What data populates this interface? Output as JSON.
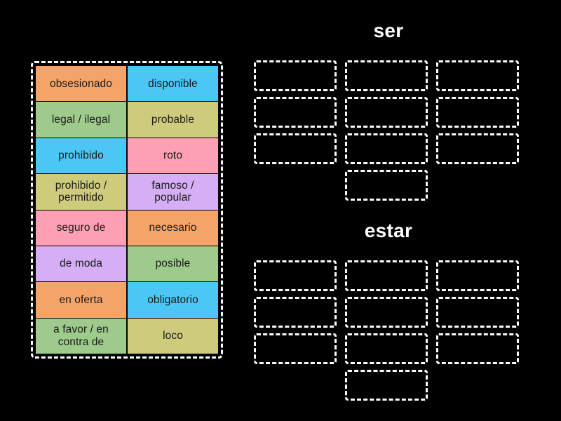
{
  "activity": {
    "type": "group-sort",
    "background_color": "#000000"
  },
  "tile_bank": {
    "name": "word-tile-bank",
    "columns": 2,
    "rows": 8,
    "tiles": [
      {
        "label": "obsesionado",
        "color": "#f4a469",
        "color_name": "orange"
      },
      {
        "label": "disponible",
        "color": "#4cc6f5",
        "color_name": "blue"
      },
      {
        "label": "legal / ilegal",
        "color": "#9ecb8c",
        "color_name": "green"
      },
      {
        "label": "probable",
        "color": "#cfcb7d",
        "color_name": "khaki"
      },
      {
        "label": "prohibido",
        "color": "#4cc6f5",
        "color_name": "blue"
      },
      {
        "label": "roto",
        "color": "#ff9fb3",
        "color_name": "pink"
      },
      {
        "label": "prohibido /\npermitido",
        "color": "#cfcb7d",
        "color_name": "khaki"
      },
      {
        "label": "famoso /\npopular",
        "color": "#d5aef6",
        "color_name": "purple"
      },
      {
        "label": "seguro de",
        "color": "#ff9fb3",
        "color_name": "pink"
      },
      {
        "label": "necesario",
        "color": "#f4a469",
        "color_name": "orange"
      },
      {
        "label": "de moda",
        "color": "#d5aef6",
        "color_name": "purple"
      },
      {
        "label": "posible",
        "color": "#9ecb8c",
        "color_name": "green"
      },
      {
        "label": "en oferta",
        "color": "#f4a469",
        "color_name": "orange"
      },
      {
        "label": "obligatorio",
        "color": "#4cc6f5",
        "color_name": "blue"
      },
      {
        "label": "a favor / en\ncontra de",
        "color": "#9ecb8c",
        "color_name": "green"
      },
      {
        "label": "loco",
        "color": "#cfcb7d",
        "color_name": "khaki"
      }
    ]
  },
  "groups": [
    {
      "name": "ser",
      "title": "ser",
      "title_color": "#ffffff",
      "slot_count": 10,
      "grid_columns": 3,
      "grid_rows": 3,
      "extra_centered_slots": 1,
      "slots": [
        "",
        "",
        "",
        "",
        "",
        "",
        "",
        "",
        "",
        ""
      ]
    },
    {
      "name": "estar",
      "title": "estar",
      "title_color": "#ffffff",
      "slot_count": 10,
      "grid_columns": 3,
      "grid_rows": 3,
      "extra_centered_slots": 1,
      "slots": [
        "",
        "",
        "",
        "",
        "",
        "",
        "",
        "",
        "",
        ""
      ]
    }
  ]
}
